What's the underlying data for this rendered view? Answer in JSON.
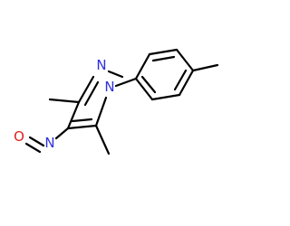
{
  "molecule": {
    "colors": {
      "bond": "#000000",
      "nitrogen": "#2f2fe0",
      "oxygen": "#e02020",
      "background": "#ffffff"
    },
    "atom_labels": {
      "pyrazole_n2": "N",
      "pyrazole_n1": "N",
      "nitroso_n": "N",
      "nitroso_o": "O"
    }
  }
}
